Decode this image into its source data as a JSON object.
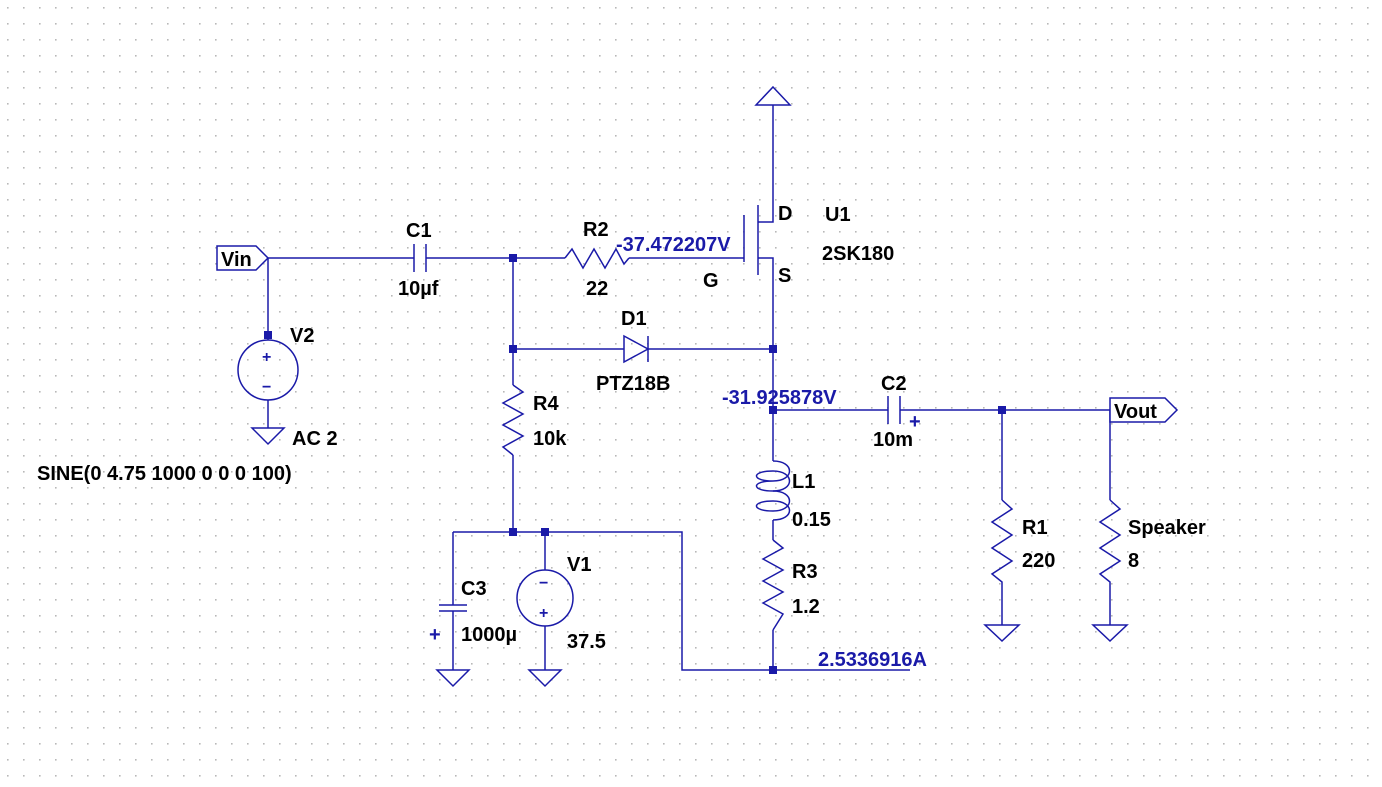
{
  "colors": {
    "wire": "#1a1aa8",
    "label": "#000000",
    "annotation": "#1a1aa8",
    "grid": "#b8b8b8",
    "background": "#ffffff"
  },
  "ports": {
    "vin": "Vin",
    "vout": "Vout"
  },
  "components": {
    "c1": {
      "name": "C1",
      "value": "10µf"
    },
    "r2": {
      "name": "R2",
      "value": "22"
    },
    "u1": {
      "name": "U1",
      "model": "2SK180",
      "pin_d": "D",
      "pin_g": "G",
      "pin_s": "S"
    },
    "d1": {
      "name": "D1",
      "model": "PTZ18B"
    },
    "v2": {
      "name": "V2",
      "value": "AC 2",
      "spec": "SINE(0 4.75 1000 0 0 0 100)"
    },
    "r4": {
      "name": "R4",
      "value": "10k"
    },
    "c2": {
      "name": "C2",
      "value": "10m"
    },
    "l1": {
      "name": "L1",
      "value": "0.15"
    },
    "r3": {
      "name": "R3",
      "value": "1.2"
    },
    "r1": {
      "name": "R1",
      "value": "220"
    },
    "speaker": {
      "name": "Speaker",
      "value": "8"
    },
    "c3": {
      "name": "C3",
      "value": "1000µ"
    },
    "v1": {
      "name": "V1",
      "value": "37.5"
    }
  },
  "annotations": {
    "gate_voltage": "-37.472207V",
    "source_voltage": "-31.925878V",
    "current": "2.5336916A"
  },
  "polarity": {
    "c2_plus": "+",
    "c3_plus": "+",
    "source_plus": "+",
    "source_minus": "−"
  }
}
